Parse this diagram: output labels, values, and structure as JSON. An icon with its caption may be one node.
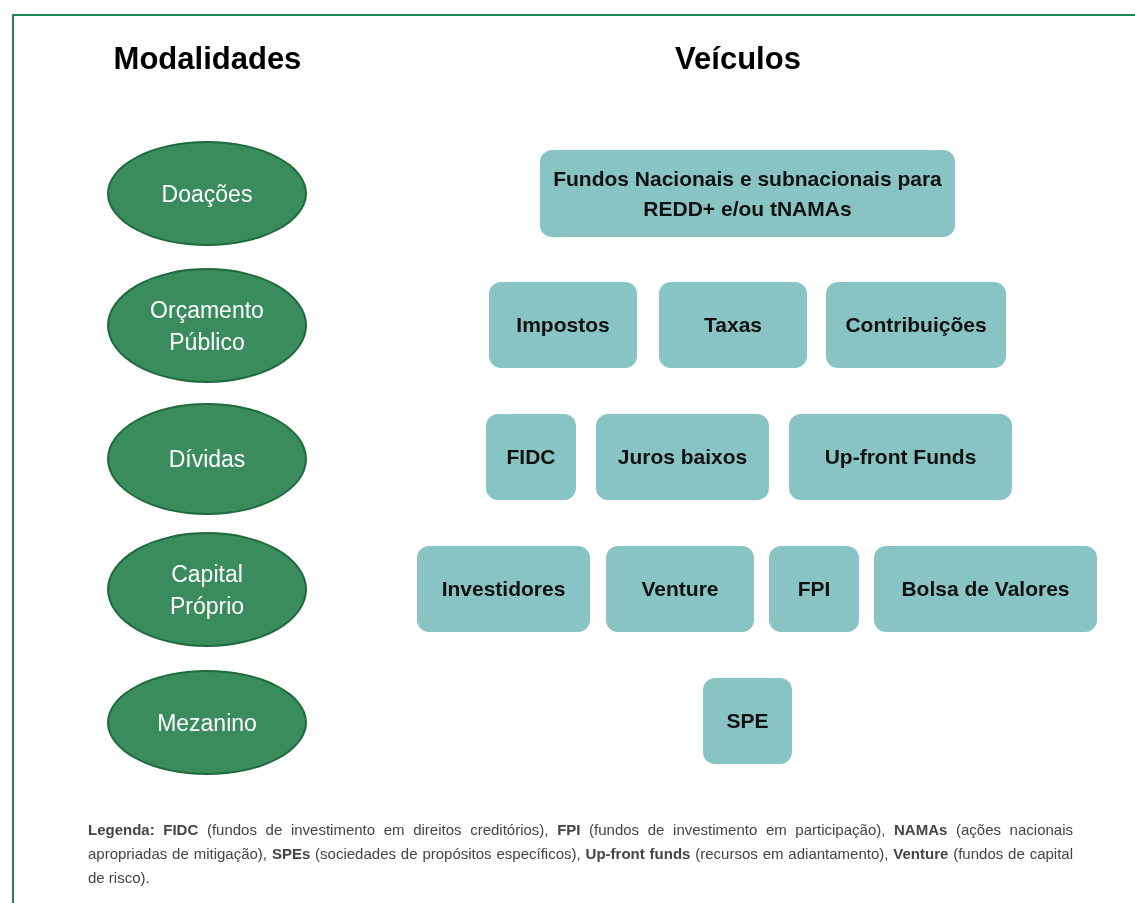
{
  "diagram": {
    "nodes": [
      {
        "text": [
          "Doações"
        ]
      },
      {
        "text": [
          "Orçamento Público"
        ]
      },
      {
        "text": [
          "Dívidas"
        ]
      },
      {
        "text": [
          "Capital Próprio"
        ]
      },
      {
        "text": [
          "Mezanino"
        ]
      },
      {
        "text": [
          "Fundos Nacionais e subnacionais para REDD+ e/ou tNAMAs"
        ]
      },
      {
        "text": [
          "Impostos"
        ]
      },
      {
        "text": [
          "Taxas"
        ]
      },
      {
        "text": [
          "Contribuições"
        ]
      },
      {
        "text": [
          "FIDC"
        ]
      },
      {
        "text": [
          "Juros baixos"
        ]
      },
      {
        "text": [
          "Up-front Funds"
        ]
      },
      {
        "text": [
          "Investidores"
        ]
      },
      {
        "text": [
          "Venture"
        ]
      },
      {
        "text": [
          "FPI"
        ]
      },
      {
        "text": [
          "Bolsa de Valores"
        ]
      },
      {
        "text": [
          "SPE"
        ]
      }
    ],
    "labels": [
      "Modalidades",
      "Veículos",
      "**Legenda: FIDC** (fundos de investimento em direitos creditórios), **FPI** (fundos de investimento em participação), **NAMAs** (ações nacionais apropriadas de mitigação), **SPEs** (sociedades de propósitos específicos), **Up-front funds** (recursos em adiantamento), **Venture** (fundos de capital de risco)."
    ]
  }
}
